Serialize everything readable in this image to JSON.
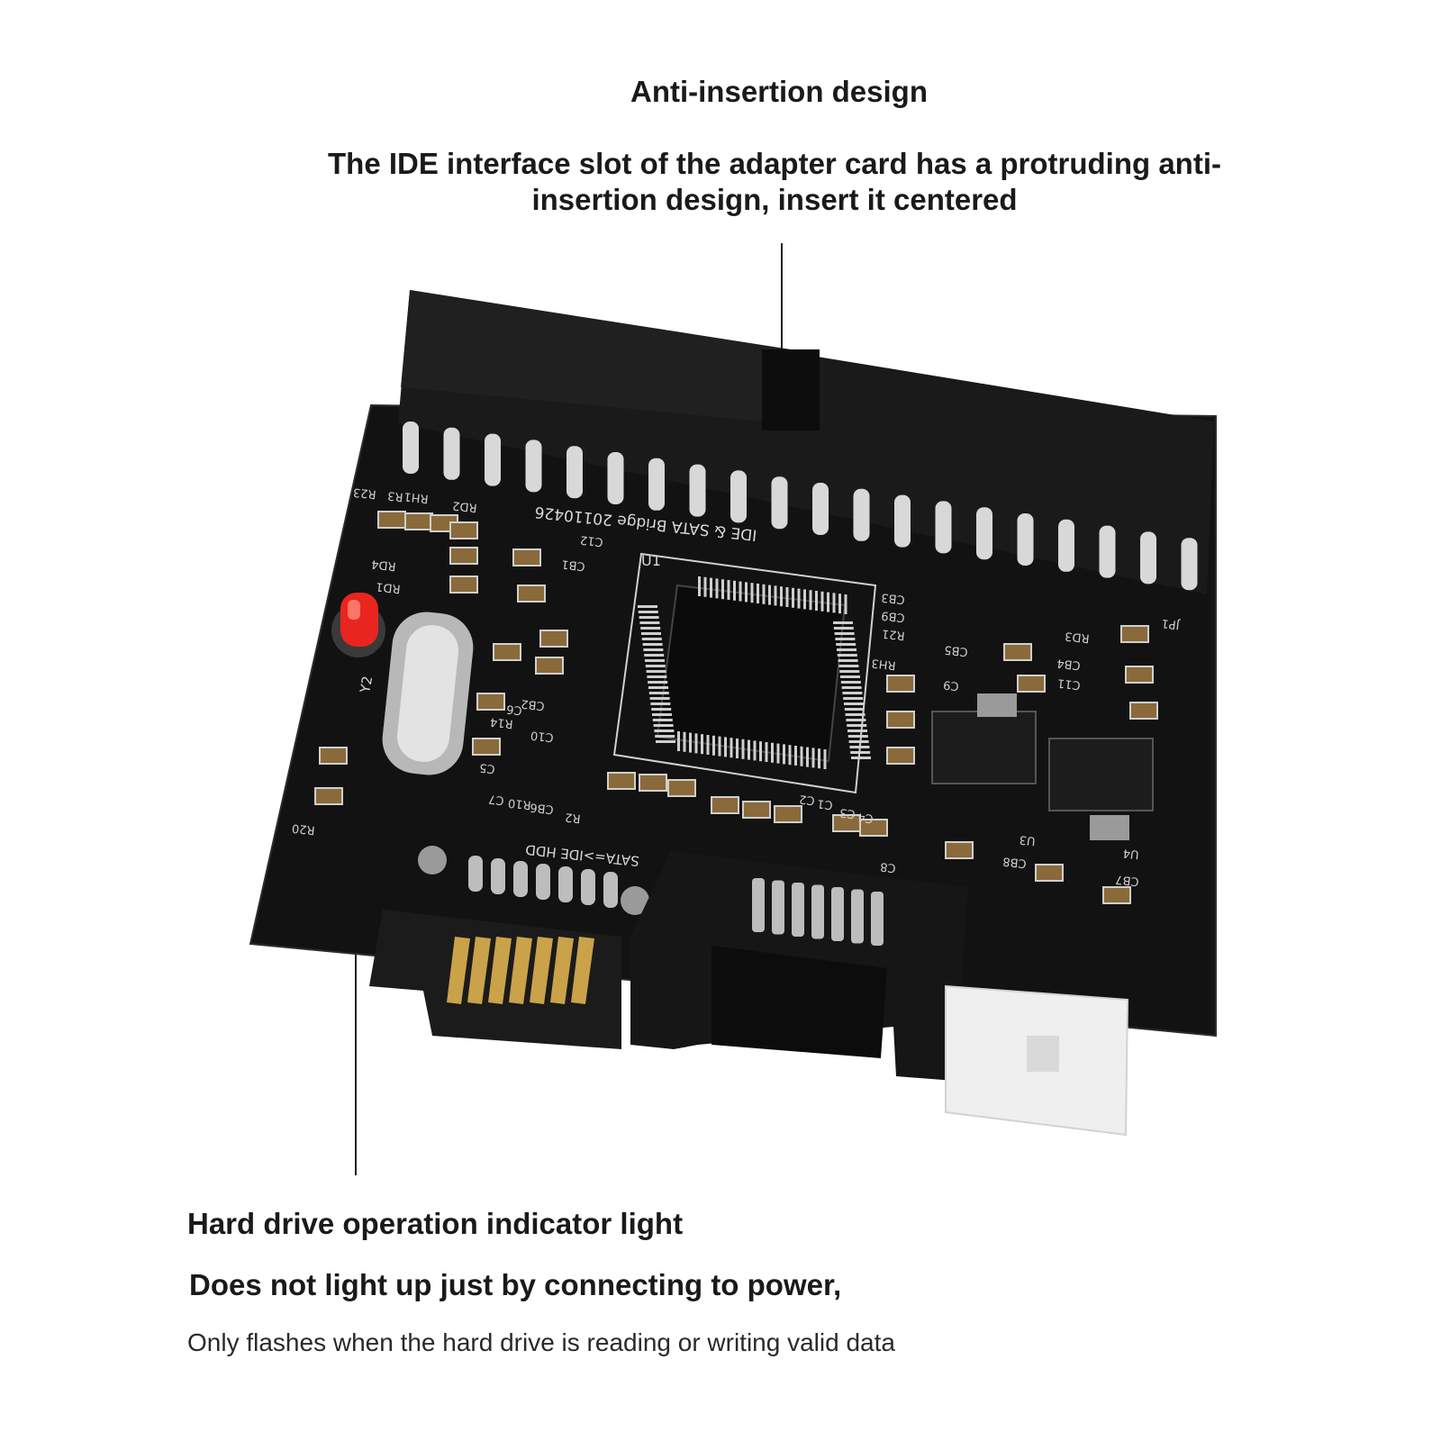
{
  "annotations": {
    "top_title": "Anti-insertion design",
    "top_description": "The IDE interface slot of the adapter card has a protruding anti-insertion design, insert it centered",
    "bottom_title": "Hard drive operation indicator light",
    "bottom_description_1": "Does not light up just by connecting to power,",
    "bottom_description_2": "Only flashes when the hard drive is reading or writing valid data"
  },
  "board_silkscreen": {
    "title": "IDE & SATA Bridge 20110426",
    "mode": "SATA=>IDE HDD",
    "chip": "U1",
    "crystal": "Y2",
    "labels": [
      "R23",
      "R3",
      "RH1",
      "RD2",
      "RD4",
      "RD1",
      "C12",
      "CB1",
      "CB3",
      "CB9",
      "R21",
      "RH3",
      "CB5",
      "C9",
      "RD3",
      "CB4",
      "C11",
      "JP1",
      "C6",
      "CB2",
      "C10",
      "R14",
      "C5",
      "R20",
      "C7",
      "R10",
      "CB6",
      "R2",
      "C2",
      "C1",
      "C3",
      "C4",
      "C8",
      "CB8",
      "CB7",
      "U3",
      "U4"
    ]
  },
  "colors": {
    "pcb": "#111111",
    "connector": "#161616",
    "led": "#e8261f",
    "gold": "#c9a24a",
    "pin": "#d8d8d8",
    "molex": "#f1f1f1"
  }
}
